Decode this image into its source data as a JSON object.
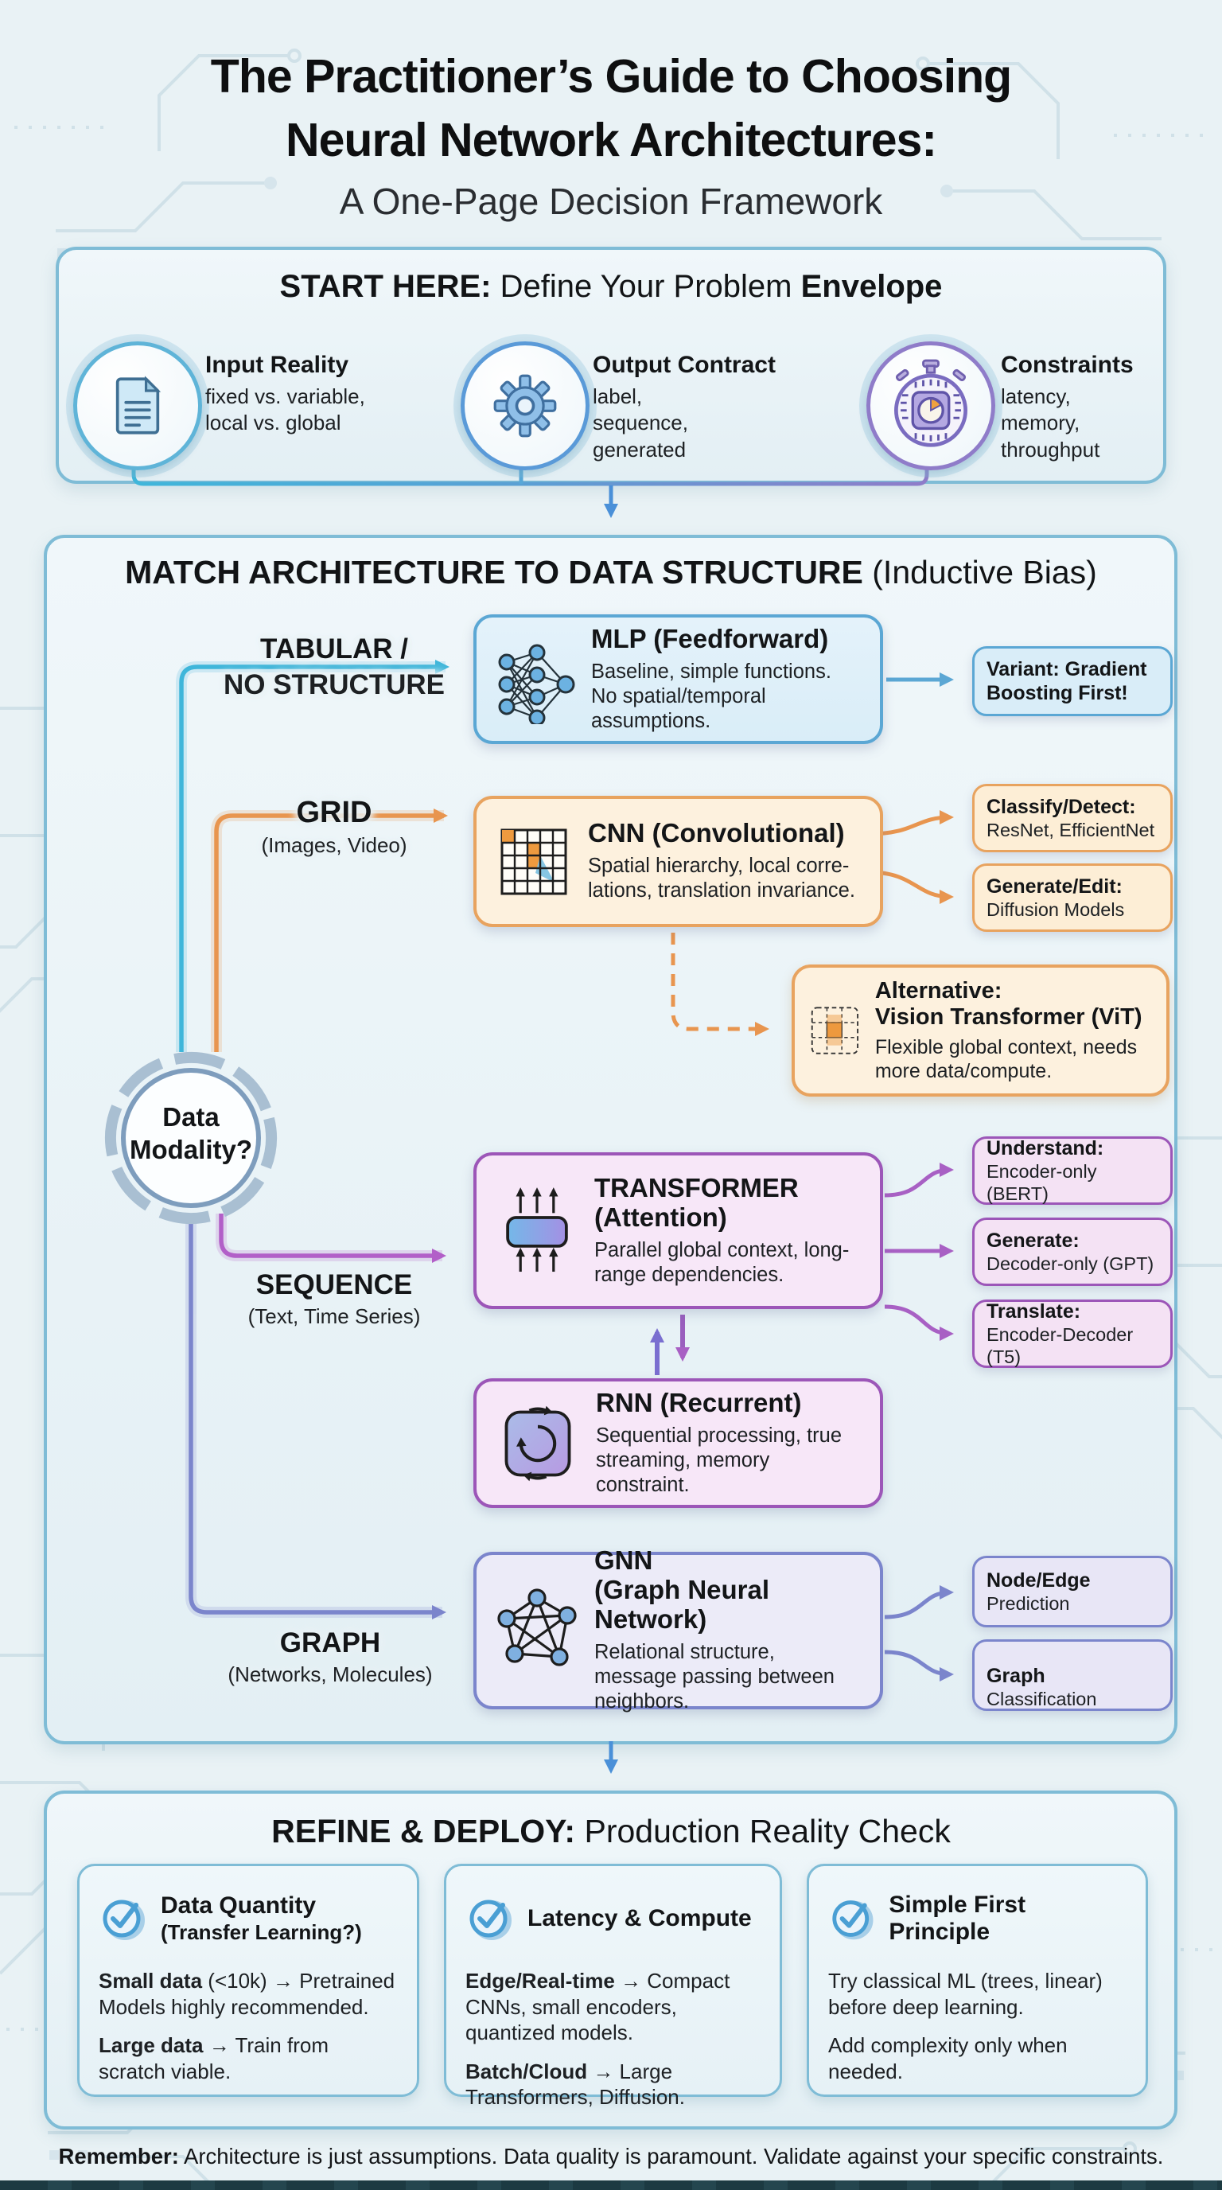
{
  "header": {
    "title_line1": "The Practitioner’s Guide to Choosing",
    "title_line2": "Neural Network Architectures:",
    "subtitle": "A One-Page Decision Framework"
  },
  "start": {
    "heading": {
      "bold1": "START HERE:",
      "mid": " Define Your Problem ",
      "bold2": "Envelope"
    },
    "items": [
      {
        "icon": "document-icon",
        "title": "Input Reality",
        "desc": "fixed vs. variable, local vs. global"
      },
      {
        "icon": "gear-icon",
        "title": "Output Contract",
        "desc": "label, sequence, generated"
      },
      {
        "icon": "stopwatch-chip-icon",
        "title": "Constraints",
        "desc": "latency, memory, throughput"
      }
    ]
  },
  "match": {
    "heading": {
      "bold": "MATCH ARCHITECTURE TO DATA STRUCTURE",
      "normal": " (Inductive Bias)"
    },
    "modality_question": "Data Modality?",
    "branches": {
      "tabular": {
        "line1": "TABULAR /",
        "line2": "NO STRUCTURE"
      },
      "grid": {
        "line1": "GRID",
        "line2": "(Images, Video)"
      },
      "sequence": {
        "line1": "SEQUENCE",
        "line2": "(Text, Time Series)"
      },
      "graph": {
        "line1": "GRAPH",
        "line2": "(Networks, Molecules)"
      }
    },
    "nodes": {
      "mlp": {
        "icon": "neural-network-icon",
        "title": "MLP (Feedforward)",
        "desc": "Baseline, simple functions. No spatial/temporal assumptions."
      },
      "cnn": {
        "icon": "conv-grid-icon",
        "title": "CNN (Convolutional)",
        "desc": "Spatial hierarchy, local corre-lations, translation invariance."
      },
      "vit": {
        "icon": "vit-patch-icon",
        "label": "Alternative:",
        "title": "Vision Transformer (ViT)",
        "desc": "Flexible global context, needs more data/compute."
      },
      "transformer": {
        "icon": "attention-block-icon",
        "title1": "TRANSFORMER",
        "title2": "(Attention)",
        "desc": "Parallel global context, long-range dependencies."
      },
      "rnn": {
        "icon": "recurrent-cycle-icon",
        "title": "RNN (Recurrent)",
        "desc": "Sequential processing, true streaming, memory constraint."
      },
      "gnn": {
        "icon": "graph-icon",
        "title1": "GNN",
        "title2": "(Graph Neural Network)",
        "desc": "Relational structure, message passing between neighbors."
      }
    },
    "side_notes": {
      "mlp_variant": {
        "text": "Variant: Gradient Boosting First!"
      },
      "cnn_classify": {
        "label": "Classify/Detect:",
        "detail": "ResNet, EfficientNet"
      },
      "cnn_generate": {
        "label": "Generate/Edit:",
        "detail": "Diffusion Models"
      },
      "tr_understand": {
        "label": "Understand:",
        "detail": "Encoder-only (BERT)"
      },
      "tr_generate": {
        "label": "Generate:",
        "detail": "Decoder-only (GPT)"
      },
      "tr_translate": {
        "label": "Translate:",
        "detail": "Encoder-Decoder (T5)"
      },
      "gnn_node": {
        "label": "Node/Edge",
        "detail": "Prediction"
      },
      "gnn_graph": {
        "label": "Graph",
        "detail": " Classification"
      }
    }
  },
  "refine": {
    "heading": {
      "bold": "REFINE & DEPLOY:",
      "normal": " Production Reality Check"
    },
    "cards": [
      {
        "icon": "check-circle-icon",
        "title": "Data Quantity",
        "subtitle": "(Transfer Learning?)",
        "points": [
          {
            "lead": "Small data",
            "rest": " (<10k) → Pretrained Models highly recommended."
          },
          {
            "lead": "Large data",
            "rest": " → Train from scratch viable."
          }
        ]
      },
      {
        "icon": "check-circle-icon",
        "title": "Latency & Compute",
        "subtitle": "",
        "points": [
          {
            "lead": "Edge/Real-time",
            "rest": " → Compact CNNs, small encoders, quantized models."
          },
          {
            "lead": "Batch/Cloud",
            "rest": " → Large Transformers, Diffusion."
          }
        ]
      },
      {
        "icon": "check-circle-icon",
        "title": "Simple First Principle",
        "subtitle": "",
        "points": [
          {
            "lead": "",
            "rest": "Try classical ML (trees, linear) before deep learning."
          },
          {
            "lead": "",
            "rest": "Add complexity only when needed."
          }
        ]
      }
    ]
  },
  "footer": {
    "lead": "Remember:",
    "rest": " Architecture is just assumptions. Data quality is paramount. Validate against your specific constraints."
  },
  "colors": {
    "tabular_accent": "#3fb6da",
    "grid_accent": "#e8954f",
    "sequence_accent": "#b25fc8",
    "graph_accent": "#7b85cc",
    "panel_border": "#7fbcd6",
    "background": "#e9f2f5",
    "bottom_bar": "#1c3a42"
  }
}
